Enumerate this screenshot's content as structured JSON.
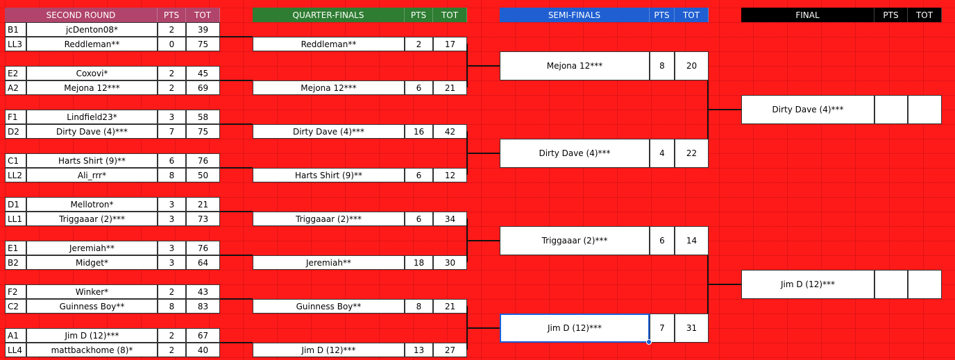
{
  "colors": {
    "background": "#ff1a1a",
    "second_round_header": "#b0446a",
    "quarter_finals_header": "#2e7d32",
    "semi_finals_header": "#1f5fd1",
    "final_header": "#000000",
    "selection": "#1a5fd6"
  },
  "headers": {
    "second_round": {
      "title": "SECOND ROUND",
      "pts": "PTS",
      "tot": "TOT"
    },
    "quarter_finals": {
      "title": "QUARTER-FINALS",
      "pts": "PTS",
      "tot": "TOT"
    },
    "semi_finals": {
      "title": "SEMI-FINALS",
      "pts": "PTS",
      "tot": "TOT"
    },
    "final": {
      "title": "FINAL",
      "pts": "PTS",
      "tot": "TOT"
    }
  },
  "second_round": [
    {
      "seed": "B1",
      "name": "jcDenton08*",
      "pts": "2",
      "tot": "39"
    },
    {
      "seed": "LL3",
      "name": "Reddleman**",
      "pts": "0",
      "tot": "75"
    },
    {
      "seed": "E2",
      "name": "Coxovi*",
      "pts": "2",
      "tot": "45"
    },
    {
      "seed": "A2",
      "name": "Mejona 12***",
      "pts": "2",
      "tot": "69"
    },
    {
      "seed": "F1",
      "name": "Lindfield23*",
      "pts": "3",
      "tot": "58"
    },
    {
      "seed": "D2",
      "name": "Dirty Dave (4)***",
      "pts": "7",
      "tot": "75"
    },
    {
      "seed": "C1",
      "name": "Harts Shirt (9)**",
      "pts": "6",
      "tot": "76"
    },
    {
      "seed": "LL2",
      "name": "Ali_rrr*",
      "pts": "8",
      "tot": "50"
    },
    {
      "seed": "D1",
      "name": "Mellotron*",
      "pts": "3",
      "tot": "21"
    },
    {
      "seed": "LL1",
      "name": "Triggaaar (2)***",
      "pts": "3",
      "tot": "73"
    },
    {
      "seed": "E1",
      "name": "Jeremiah**",
      "pts": "3",
      "tot": "76"
    },
    {
      "seed": "B2",
      "name": "Midget*",
      "pts": "3",
      "tot": "64"
    },
    {
      "seed": "F2",
      "name": "Winker*",
      "pts": "2",
      "tot": "43"
    },
    {
      "seed": "C2",
      "name": "Guinness Boy**",
      "pts": "8",
      "tot": "83"
    },
    {
      "seed": "A1",
      "name": "Jim D (12)***",
      "pts": "2",
      "tot": "67"
    },
    {
      "seed": "LL4",
      "name": "mattbackhome (8)*",
      "pts": "2",
      "tot": "40"
    }
  ],
  "quarter_finals": [
    {
      "name": "Reddleman**",
      "pts": "2",
      "tot": "17"
    },
    {
      "name": "Mejona 12***",
      "pts": "6",
      "tot": "21"
    },
    {
      "name": "Dirty Dave (4)***",
      "pts": "16",
      "tot": "42"
    },
    {
      "name": "Harts Shirt (9)**",
      "pts": "6",
      "tot": "12"
    },
    {
      "name": "Triggaaar (2)***",
      "pts": "6",
      "tot": "34"
    },
    {
      "name": "Jeremiah**",
      "pts": "18",
      "tot": "30"
    },
    {
      "name": "Guinness Boy**",
      "pts": "8",
      "tot": "21"
    },
    {
      "name": "Jim D (12)***",
      "pts": "13",
      "tot": "27"
    }
  ],
  "semi_finals": [
    {
      "name": "Mejona 12***",
      "pts": "8",
      "tot": "20"
    },
    {
      "name": "Dirty Dave (4)***",
      "pts": "4",
      "tot": "22"
    },
    {
      "name": "Triggaaar (2)***",
      "pts": "6",
      "tot": "14"
    },
    {
      "name": "Jim D (12)***",
      "pts": "7",
      "tot": "31"
    }
  ],
  "final": [
    {
      "name": "Dirty Dave (4)***",
      "pts": "",
      "tot": ""
    },
    {
      "name": "Jim D (12)***",
      "pts": "",
      "tot": ""
    }
  ]
}
